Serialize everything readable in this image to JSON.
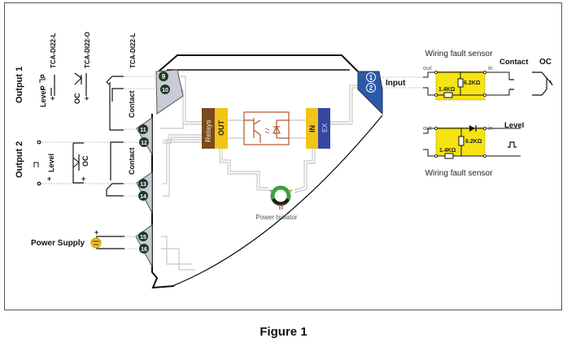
{
  "figure": {
    "caption": "Figure 1"
  },
  "left_side": {
    "output1": {
      "title": "Output 1",
      "level_label": "Level",
      "oc_label": "OC",
      "contact_label": "Contact",
      "model_level": "TCA-DI22-L",
      "model_oc": "TCA-DI22-O",
      "model_contact": "TCA-DI22-L",
      "plus": "+"
    },
    "output2": {
      "title": "Output 2",
      "level_label": "Level",
      "oc_label": "OC",
      "contact_label": "Contact",
      "plus": "+"
    },
    "power_supply": {
      "title": "Power Supply",
      "plus": "+"
    }
  },
  "terminals": {
    "left": [
      "9",
      "10",
      "11",
      "12",
      "13",
      "14",
      "15",
      "16"
    ],
    "right": [
      "1",
      "2"
    ]
  },
  "module": {
    "relays_label": "Relays",
    "out_label": "OUT",
    "in_label": "IN",
    "ex_label": "EX",
    "power_isolator_label": "Power Isolator"
  },
  "right_side": {
    "input_label": "Input",
    "sensor1": {
      "title": "Wiring fault sensor",
      "out_label": "out",
      "in_label": "in",
      "r1": "1.4KΩ",
      "r2": "6.2KΩ",
      "contact_label": "Contact",
      "oc_label": "OC"
    },
    "sensor2": {
      "title": "Wiring fault sensor",
      "out_label": "out",
      "in_label": "in",
      "r1": "1.4KΩ",
      "r2": "6.2KΩ",
      "level_label": "Level"
    }
  },
  "colors": {
    "terminal_gray": "#c8ccd6",
    "terminal_blue": "#2c5aa8",
    "terminal_num_dark": "#1e3a26",
    "relays_brown": "#7b4a1e",
    "out_yellow": "#f0c419",
    "ex_blue": "#3548a0",
    "opto_brown": "#b5532a",
    "sensor_yellow": "#f5e312",
    "isolator_green": "#3aa33a"
  }
}
